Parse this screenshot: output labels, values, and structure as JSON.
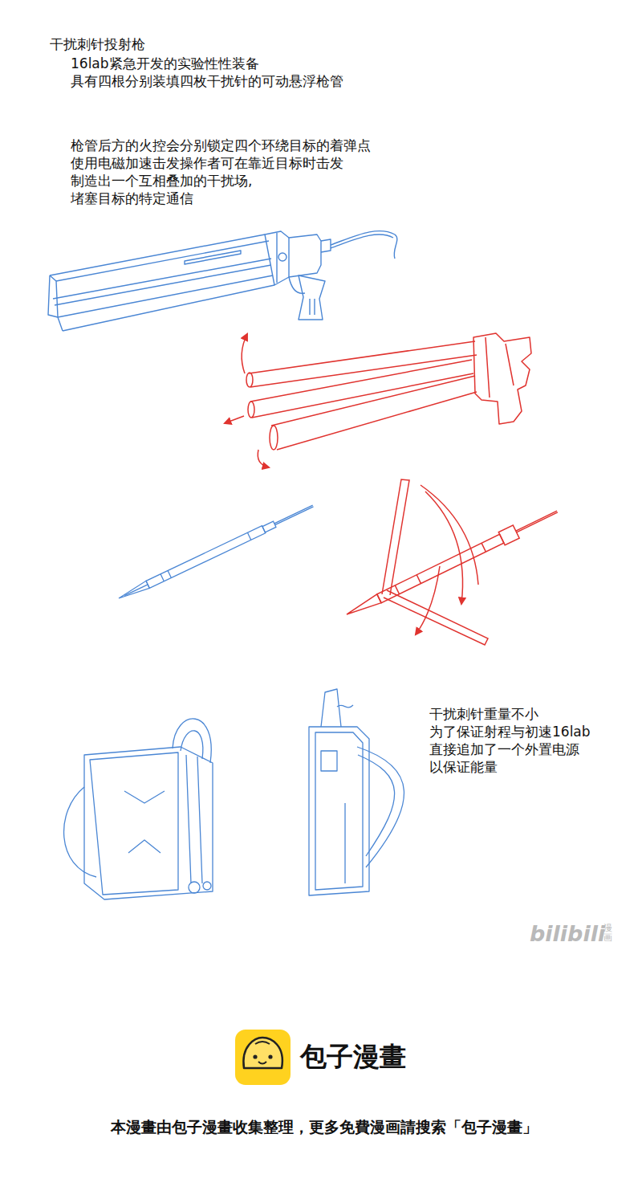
{
  "diagram": {
    "title": "干扰刺针投射枪",
    "labels": [
      "16lab紧急开发的实验性性装备 具有四根分别装填四枚干扰针的可动悬浮枪管",
      "枪管后方的火控会分别锁定四个环绕目标的着弹点 使用电磁加速击发操作者可在靠近目标时击发 制造出一个互相叠加的干扰场,堵塞目标的特定通信",
      "干扰刺针重量不小 为了保证射程与初速16lab 直接追加了一个外置电源 以保证能量",
      "bilibili",
      "漫画",
      "包子漫畫",
      "本漫畫由包子漫畫收集整理，更多免費漫画請搜索「包子漫畫」"
    ]
  }
}
